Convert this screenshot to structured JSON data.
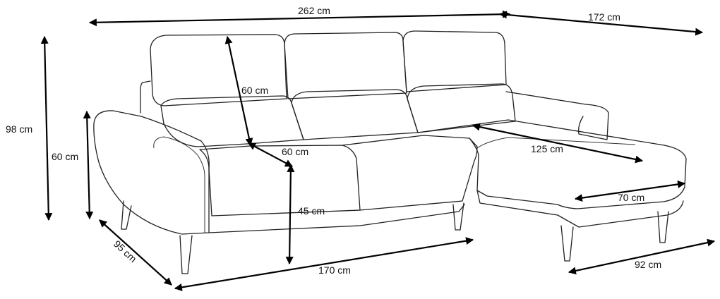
{
  "diagram": {
    "subject": "corner sofa with chaise (dimension drawing)",
    "dimensions": {
      "total_width": "262 cm",
      "chaise_depth": "172 cm",
      "total_height": "98 cm",
      "armrest_height": "60 cm",
      "backrest_height": "60 cm",
      "seat_depth": "60 cm",
      "seat_height": "45 cm",
      "depth": "95 cm",
      "seat_width": "170 cm",
      "chaise_length": "125 cm",
      "chaise_seat_width": "70 cm",
      "chaise_width": "92 cm"
    }
  }
}
